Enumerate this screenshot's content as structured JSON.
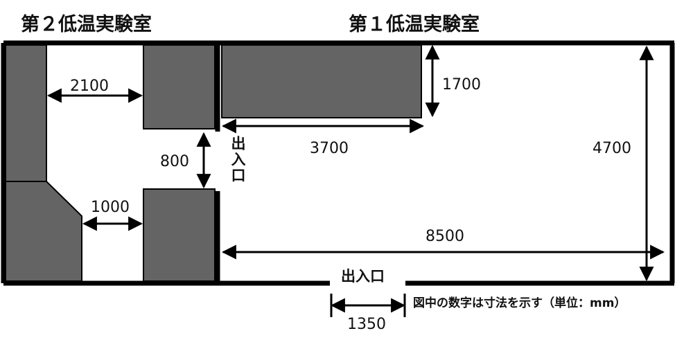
{
  "rooms": {
    "room2_title": "第２低温実験室",
    "room1_title": "第１低温実験室"
  },
  "doors": {
    "side_door": "出入口",
    "bottom_door": "出入口"
  },
  "dimensions": {
    "d2100": "2100",
    "d800": "800",
    "d1000": "1000",
    "d1700": "1700",
    "d3700": "3700",
    "d4700": "4700",
    "d8500": "8500",
    "d1350": "1350"
  },
  "note": "図中の数字は寸法を示す（単位：mm）",
  "colors": {
    "fixture": "#646464",
    "wall": "#000000",
    "background": "#ffffff"
  }
}
